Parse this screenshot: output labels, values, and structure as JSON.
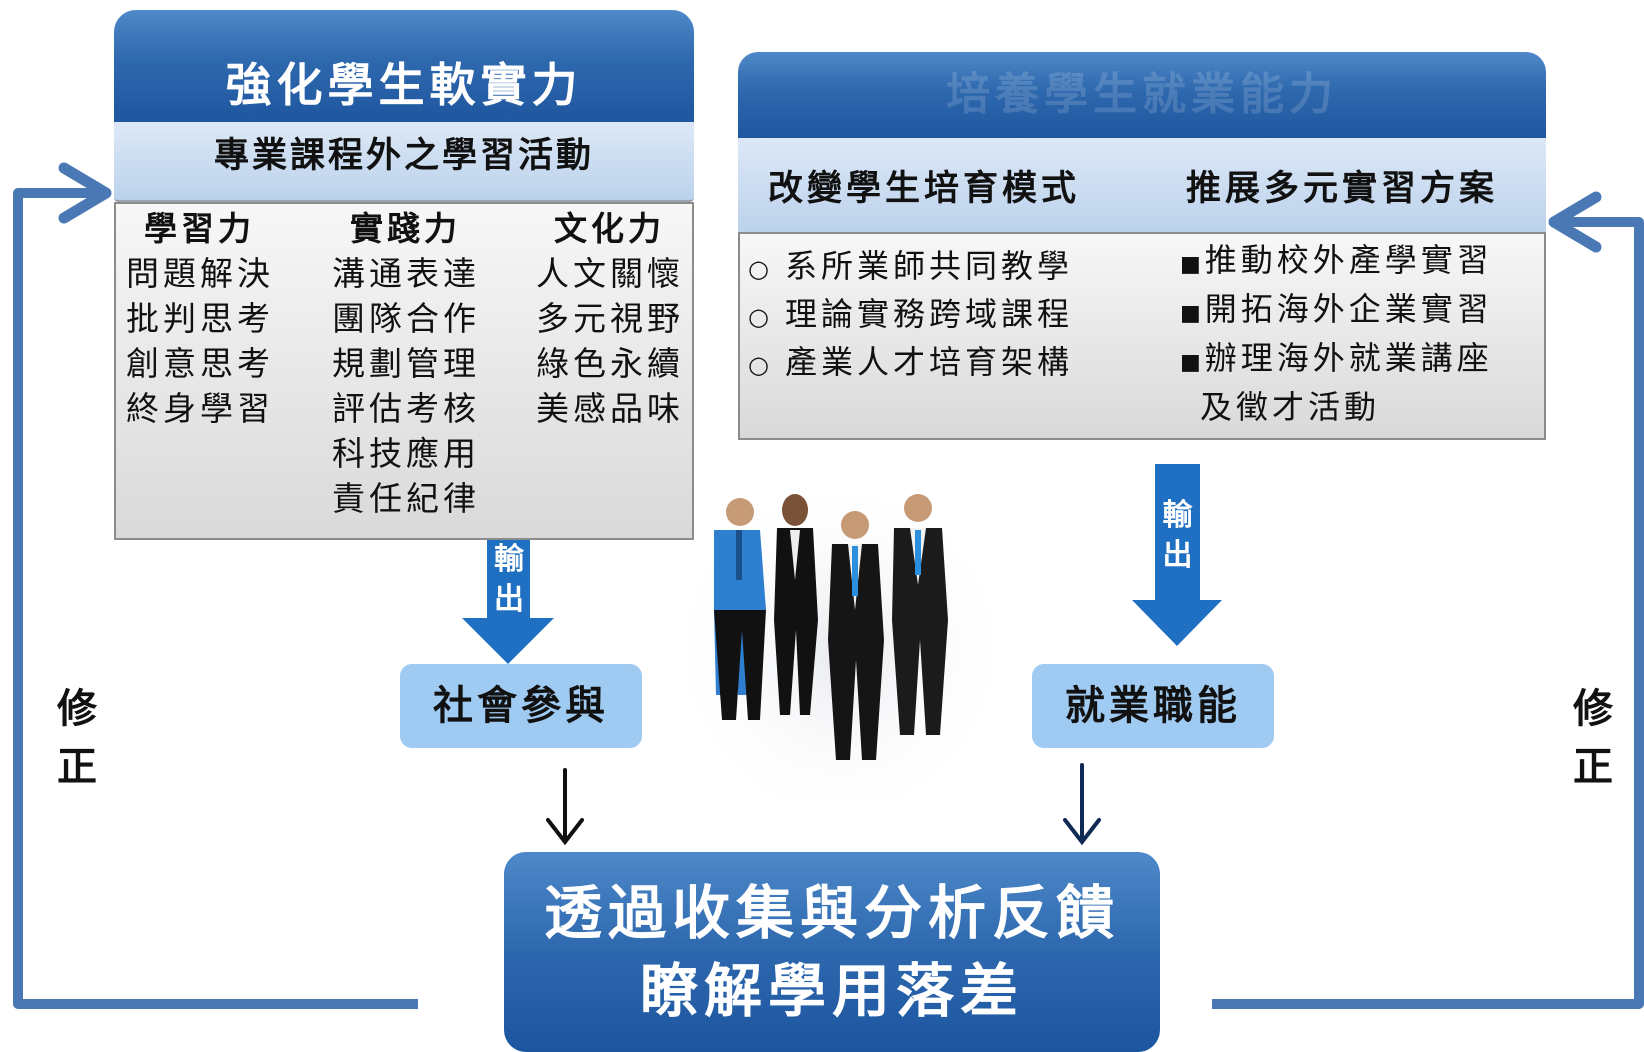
{
  "left_panel": {
    "title": "強化學生軟實力",
    "subtitle": "專業課程外之學習活動",
    "columns": [
      {
        "heading": "學習力",
        "items": [
          "問題解決",
          "批判思考",
          "創意思考",
          "終身學習"
        ]
      },
      {
        "heading": "實踐力",
        "items": [
          "溝通表達",
          "團隊合作",
          "規劃管理",
          "評估考核",
          "科技應用",
          "責任紀律"
        ]
      },
      {
        "heading": "文化力",
        "items": [
          "人文關懷",
          "多元視野",
          "綠色永續",
          "美感品味"
        ]
      }
    ]
  },
  "right_panel": {
    "title": "培養學生就業能力",
    "col1_heading": "改變學生培育模式",
    "col2_heading": "推展多元實習方案",
    "col1_items": [
      "系所業師共同教學",
      "理論實務跨域課程",
      "產業人才培育架構"
    ],
    "col1_bullet": "○",
    "col2_items": [
      "推動校外產學實習",
      "開拓海外企業實習",
      "辦理海外就業講座",
      "及徵才活動"
    ],
    "col2_bullet": "■"
  },
  "arrows": {
    "left_output": [
      "輸",
      "出"
    ],
    "right_output": [
      "輸",
      "出"
    ]
  },
  "outcomes": {
    "left": "社會參與",
    "right": "就業職能"
  },
  "feedback": {
    "line1": "透過收集與分析反饋",
    "line2": "瞭解學用落差"
  },
  "loop_labels": {
    "left": [
      "修",
      "正"
    ],
    "right": [
      "修",
      "正"
    ]
  },
  "colors": {
    "header_dark": "#2e68ad",
    "header_light": "#c9dcf1",
    "loop_line": "#4a78b5",
    "output_arrow": "#1f6fc2",
    "pill": "#9fcaf1"
  },
  "icons": [
    "business-people-group-icon"
  ]
}
